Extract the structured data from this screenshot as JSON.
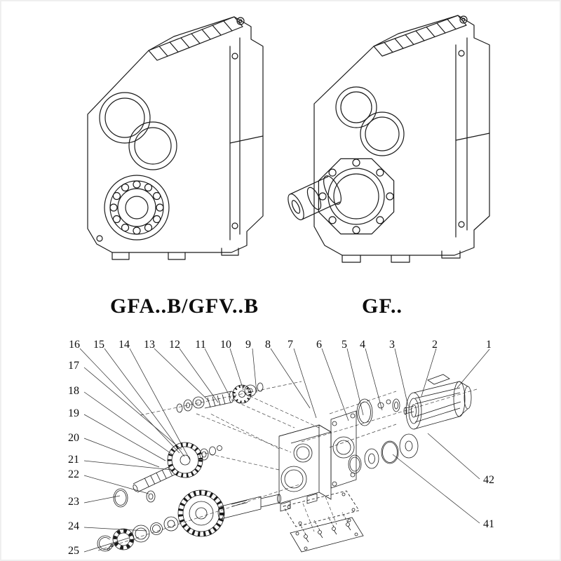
{
  "page": {
    "background": "#ffffff",
    "line_color": "#1a1a1a",
    "description": "Catalog page of parallel shaft gear units with two isometric drawings and an exploded parts diagram"
  },
  "models": {
    "left": {
      "label": "GFA..B/GFV..B"
    },
    "right": {
      "label": "GF.."
    }
  },
  "exploded": {
    "callouts_top": [
      "16",
      "15",
      "14",
      "13",
      "12",
      "11",
      "10",
      "9",
      "8",
      "7",
      "6",
      "5",
      "4",
      "3",
      "2",
      "1"
    ],
    "callouts_left": [
      "17",
      "18",
      "19",
      "20",
      "21",
      "22",
      "23",
      "24",
      "25"
    ],
    "callouts_right": [
      "42",
      "41"
    ]
  }
}
